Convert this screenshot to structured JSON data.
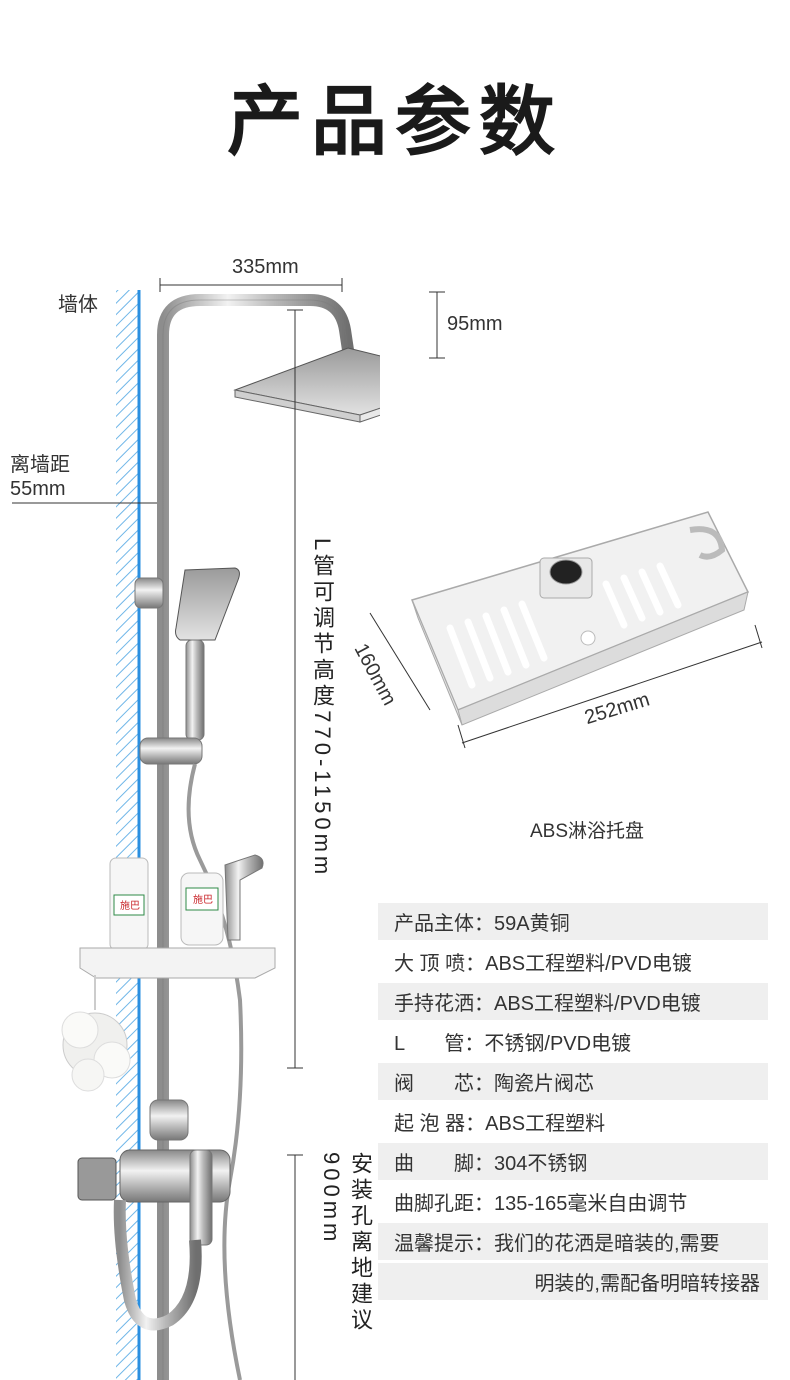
{
  "page": {
    "title": "产品参数"
  },
  "dimensions": {
    "top_width": "335mm",
    "head_height": "95mm",
    "wall_label": "墙体",
    "wall_distance_label": "离墙距",
    "wall_distance_value": "55mm",
    "l_pipe_height": "L管可调节高度770-1150mm",
    "install_height": "安装孔离地建议900mm"
  },
  "tray": {
    "caption": "ABS淋浴托盘",
    "length": "252mm",
    "width": "160mm"
  },
  "specs": [
    {
      "key": "产品主体：",
      "value": "59A黄铜"
    },
    {
      "key": "大 顶 喷：",
      "value": "ABS工程塑料/PVD电镀"
    },
    {
      "key": "手持花洒：",
      "value": "ABS工程塑料/PVD电镀"
    },
    {
      "key": "L　　管：",
      "value": "不锈钢/PVD电镀"
    },
    {
      "key": "阀　　芯：",
      "value": "陶瓷片阀芯"
    },
    {
      "key": "起 泡 器：",
      "value": "ABS工程塑料"
    },
    {
      "key": "曲　　脚：",
      "value": "304不锈钢"
    },
    {
      "key": "曲脚孔距：",
      "value": "135-165毫米自由调节"
    },
    {
      "key": "温馨提示：",
      "value": "我们的花洒是暗装的,需要"
    },
    {
      "key": "",
      "value": "明装的,需配备明暗转接器"
    }
  ],
  "product_labels": {
    "bottle_brand": "施巴"
  }
}
